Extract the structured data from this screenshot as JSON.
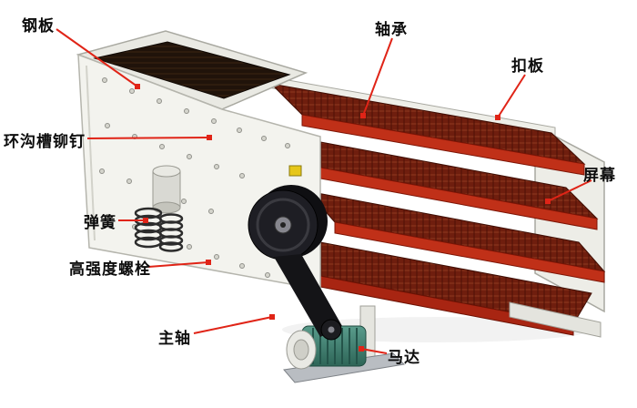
{
  "diagram": {
    "type": "labeled-machine-diagram",
    "subject": "vibrating-screen-machine"
  },
  "colors": {
    "leader_line": "#e02417",
    "marker": "#e02417",
    "screen_deck": "#6f1e0e",
    "deck_beam": "#c03018",
    "motor_body": "#3f8374",
    "panel": "#f3f3ee",
    "label_text": "#0d0d0d"
  },
  "parts": [
    {
      "id": "steel-plate",
      "label": "钢板"
    },
    {
      "id": "bearing",
      "label": "轴承"
    },
    {
      "id": "buckle-plate",
      "label": "扣板"
    },
    {
      "id": "ring-groove-rivet",
      "label": "环沟槽铆钉"
    },
    {
      "id": "screen-panel",
      "label": "屏幕"
    },
    {
      "id": "spring",
      "label": "弹簧"
    },
    {
      "id": "high-strength-bolt",
      "label": "高强度螺栓"
    },
    {
      "id": "main-shaft",
      "label": "主轴"
    },
    {
      "id": "motor",
      "label": "马达"
    }
  ]
}
